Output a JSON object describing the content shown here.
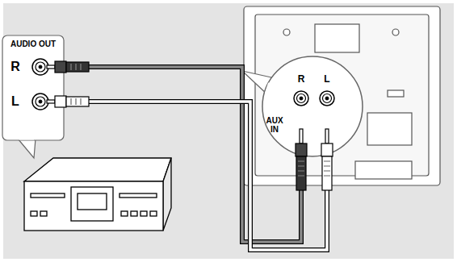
{
  "diagram": {
    "labels": [
      "AUDIO OUT",
      "R",
      "L",
      "AUX IN",
      "R",
      "L"
    ]
  }
}
